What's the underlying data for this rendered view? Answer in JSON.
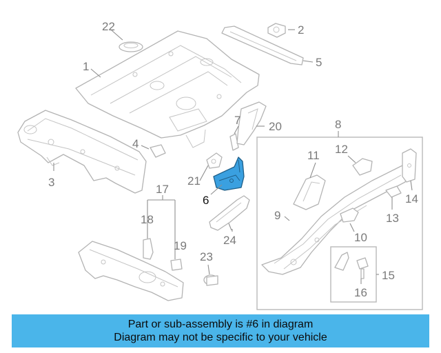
{
  "callouts": {
    "c1": "1",
    "c2": "2",
    "c3": "3",
    "c4": "4",
    "c5": "5",
    "c6": "6",
    "c7": "7",
    "c8": "8",
    "c9": "9",
    "c10": "10",
    "c11": "11",
    "c12": "12",
    "c13": "13",
    "c14": "14",
    "c15": "15",
    "c16": "16",
    "c17": "17",
    "c18": "18",
    "c19": "19",
    "c20": "20",
    "c21": "21",
    "c22": "22",
    "c23": "23",
    "c24": "24"
  },
  "highlighted_part": "6",
  "colors": {
    "highlight": "#3aa0e0",
    "banner": "#4ab5ea"
  },
  "banner": {
    "line1": "Part or sub-assembly is #6 in diagram",
    "line2": "Diagram may not be specific to your vehicle"
  }
}
